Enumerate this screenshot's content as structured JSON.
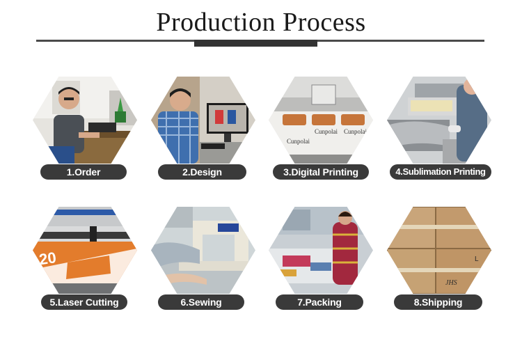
{
  "header": {
    "title": "Production Process"
  },
  "steps": [
    {
      "label": "1.Order",
      "icon": "office-worker-computer-photo"
    },
    {
      "label": "2.Design",
      "icon": "designer-monitor-photo"
    },
    {
      "label": "3.Digital Printing",
      "icon": "wide-format-printer-photo"
    },
    {
      "label": "4.Sublimation Printing",
      "icon": "heat-press-photo"
    },
    {
      "label": "5.Laser Cutting",
      "icon": "laser-cutter-photo"
    },
    {
      "label": "6.Sewing",
      "icon": "sewing-machine-photo"
    },
    {
      "label": "7.Packing",
      "icon": "packing-table-photo"
    },
    {
      "label": "8.Shipping",
      "icon": "cardboard-boxes-photo"
    }
  ],
  "printer_brand_text": [
    "Cunpolai",
    "Cunpolai",
    "Cunpolai"
  ],
  "box_print_text": "JHS"
}
